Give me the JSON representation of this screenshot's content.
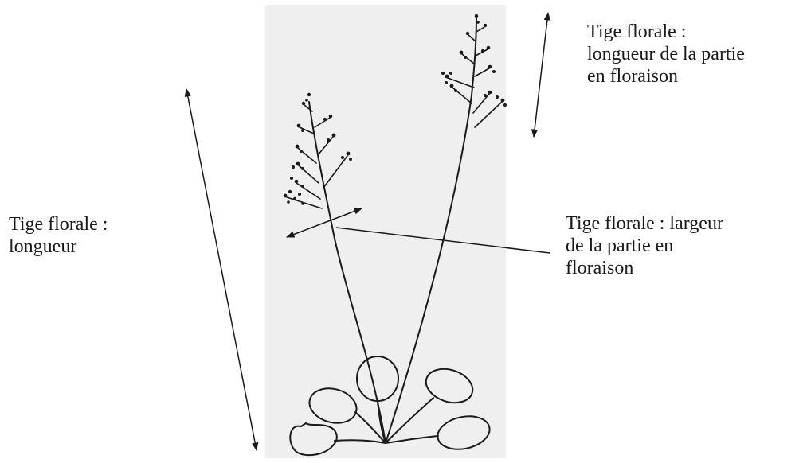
{
  "labels": {
    "stem_length": "Tige florale :\nlongueur",
    "flowering_length": "Tige florale :\nlongueur de la partie\nen floraison",
    "flowering_width": "Tige florale : largeur\nde la partie en\nfloraison"
  },
  "colors": {
    "background": "#ffffff",
    "panel": "#efefef",
    "ink": "#1a1a1a"
  }
}
